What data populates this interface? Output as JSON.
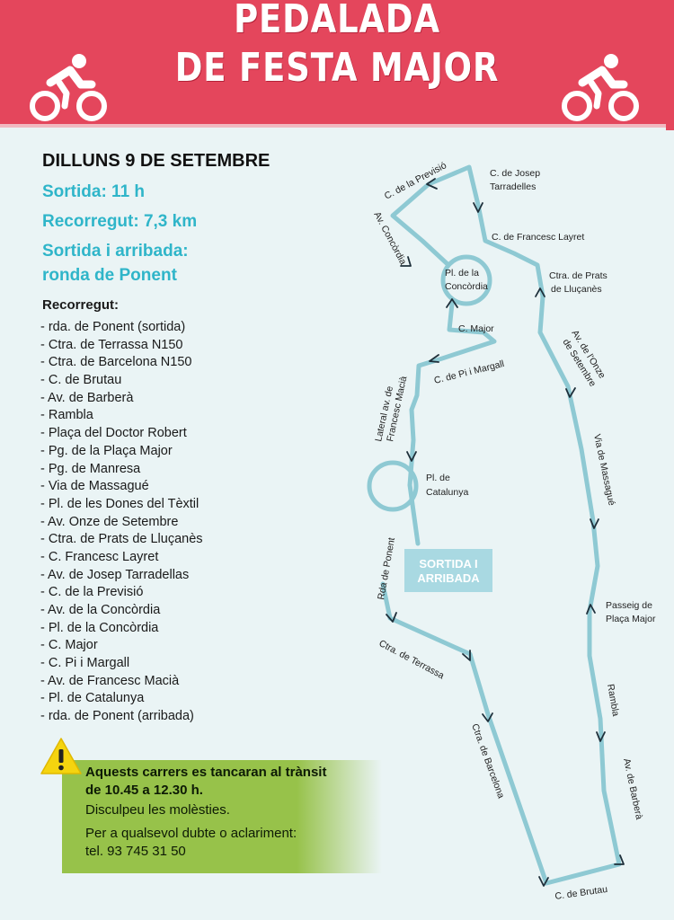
{
  "header": {
    "title_line1": "PEDALADA",
    "title_line2": "DE FESTA MAJOR",
    "bg_color": "#e4465c"
  },
  "event": {
    "date": "DILLUNS 9 DE SETEMBRE",
    "start_time": "Sortida: 11 h",
    "distance": "Recorregut: 7,3 km",
    "start_end_line1": "Sortida i arribada:",
    "start_end_line2": "ronda de Ponent",
    "accent_color": "#2fb5c9"
  },
  "route": {
    "title": "Recorregut:",
    "items": [
      "- rda. de Ponent (sortida)",
      "- Ctra. de Terrassa N150",
      "- Ctra. de Barcelona N150",
      "- C. de Brutau",
      "- Av. de Barberà",
      "- Rambla",
      "- Plaça del Doctor Robert",
      "- Pg. de la Plaça Major",
      "- Pg. de Manresa",
      "- Via de Massagué",
      "- Pl. de les Dones del Tèxtil",
      "- Av. Onze de Setembre",
      "- Ctra. de Prats de Lluçanès",
      "- C. Francesc Layret",
      "- Av. de Josep Tarradellas",
      "- C. de la Previsió",
      "- Av. de la Concòrdia",
      "- Pl. de la Concòrdia",
      "- C. Major",
      "- C. Pi i Margall",
      "- Av. de Francesc Macià",
      "- Pl. de Catalunya",
      "- rda. de Ponent (arribada)"
    ]
  },
  "notice": {
    "line1": "Aquests carrers es tancaran al trànsit",
    "line2": "de 10.45 a 12.30 h.",
    "line3": "Disculpeu les molèsties.",
    "line4": "Per a qualsevol dubte o aclariment:",
    "line5": "tel. 93 745 31 50",
    "bg_color": "#97c24a",
    "icon": "warning-icon"
  },
  "map": {
    "line_color": "#8ec9d3",
    "badge_line1": "SORTIDA I",
    "badge_line2": "ARRIBADA",
    "labels": {
      "previsio": "C. de la Previsió",
      "tarradelles1": "C. de Josep",
      "tarradelles2": "Tarradelles",
      "concordia_av": "Av. Concòrdia",
      "layret": "C. de Francesc Layret",
      "pl_concordia1": "Pl. de la",
      "pl_concordia2": "Concòrdia",
      "prats1": "Ctra. de Prats",
      "prats2": "de Lluçanès",
      "major": "C. Major",
      "onze1": "Av. de l'Onze",
      "onze2": "de Setembre",
      "pi_margall": "C. de Pi i Margall",
      "macia1": "Lateral av. de",
      "macia2": "Francesc Macià",
      "massague": "Via de Massagué",
      "pl_catalunya1": "Pl. de",
      "pl_catalunya2": "Catalunya",
      "ponent": "Rda de Ponent",
      "placa_major1": "Passeig de",
      "placa_major2": "Plaça Major",
      "terrassa": "Ctra. de Terrassa",
      "rambla": "Rambla",
      "barcelona": "Ctra. de Barcelona",
      "barbera": "Av. de Barberà",
      "brutau": "C. de Brutau"
    }
  }
}
